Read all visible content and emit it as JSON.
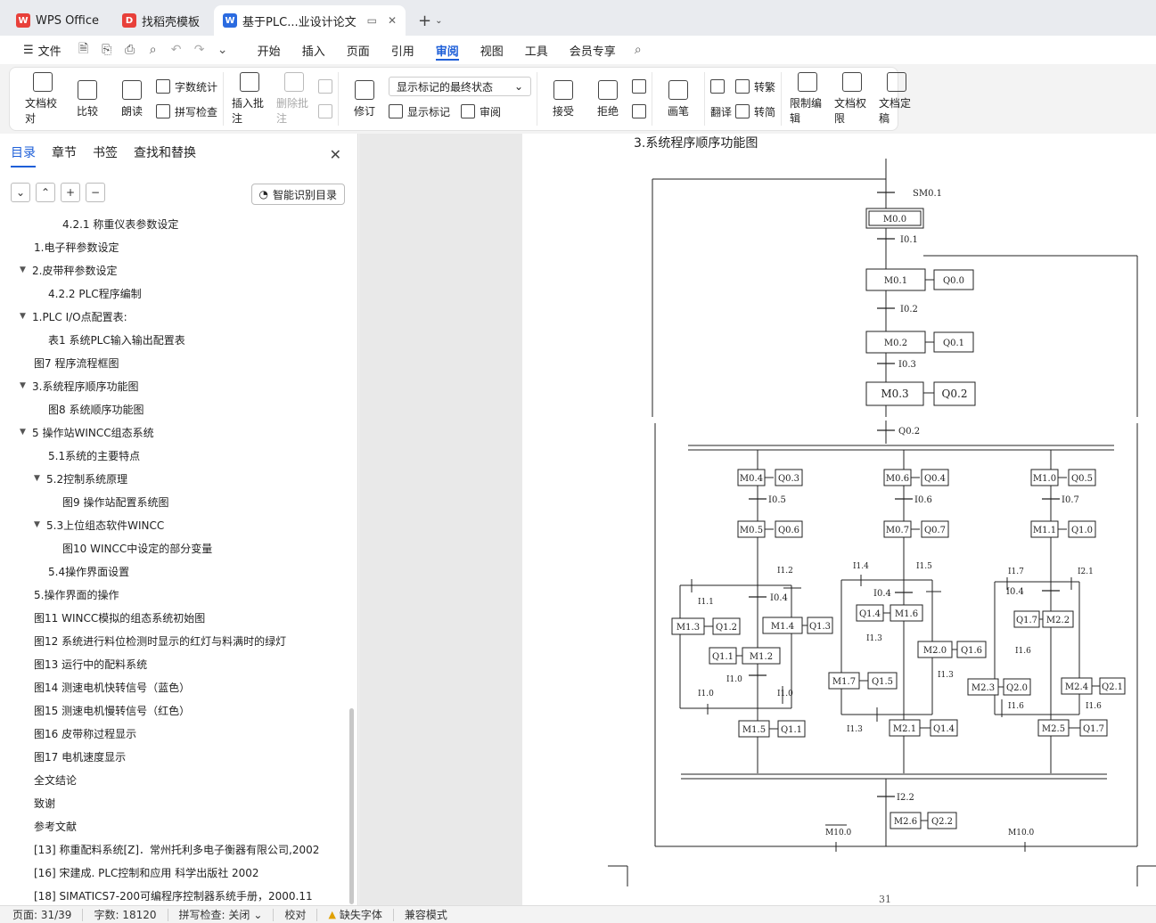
{
  "tabs": [
    {
      "label": "WPS Office",
      "logo": "W",
      "logo_color": "#e8403a",
      "active": false
    },
    {
      "label": "找稻壳模板",
      "logo": "D",
      "logo_color": "#e8403a",
      "active": false
    },
    {
      "label": "基于PLC...业设计论文",
      "logo": "W",
      "logo_color": "#2b6be0",
      "active": true
    }
  ],
  "menu": {
    "file": "文件",
    "items": [
      "开始",
      "插入",
      "页面",
      "引用",
      "审阅",
      "视图",
      "工具",
      "会员专享"
    ],
    "active": "审阅"
  },
  "ribbon": {
    "doc_check": "文档校对",
    "compare": "比较",
    "read_aloud": "朗读",
    "word_count": "字数统计",
    "spell_check": "拼写检查",
    "insert_comment": "插入批注",
    "delete_comment": "删除批注",
    "revise": "修订",
    "markup_state": "显示标记的最终状态",
    "show_markup": "显示标记",
    "review": "审阅",
    "accept": "接受",
    "reject": "拒绝",
    "pen": "画笔",
    "translate": "翻译",
    "to_traditional": "转繁",
    "to_simplified": "转简",
    "restrict_edit": "限制编辑",
    "doc_permission": "文档权限",
    "finalize": "文档定稿"
  },
  "nav": {
    "tabs": [
      "目录",
      "章节",
      "书签",
      "查找和替换"
    ],
    "active_tab": "目录",
    "smart_toc": "智能识别目录",
    "items": [
      {
        "text": "4.2.1  称重仪表参数设定",
        "indent": 70,
        "arrow": ""
      },
      {
        "text": "1.电子秤参数设定",
        "indent": 38,
        "arrow": ""
      },
      {
        "text": "2.皮带秤参数设定",
        "indent": 38,
        "arrow": "▼"
      },
      {
        "text": "4.2.2 PLC程序编制",
        "indent": 54,
        "arrow": ""
      },
      {
        "text": "1.PLC I/O点配置表:",
        "indent": 38,
        "arrow": "▼"
      },
      {
        "text": "表1  系统PLC输入输出配置表",
        "indent": 54,
        "arrow": ""
      },
      {
        "text": "图7  程序流程框图",
        "indent": 38,
        "arrow": ""
      },
      {
        "text": " 3.系统程序顺序功能图",
        "indent": 38,
        "arrow": "▼"
      },
      {
        "text": "图8  系统顺序功能图",
        "indent": 54,
        "arrow": ""
      },
      {
        "text": "5  操作站WINCC组态系统",
        "indent": 38,
        "arrow": "▼"
      },
      {
        "text": "5.1系统的主要特点",
        "indent": 54,
        "arrow": ""
      },
      {
        "text": "5.2控制系统原理",
        "indent": 54,
        "arrow": "▼"
      },
      {
        "text": "图9  操作站配置系统图",
        "indent": 70,
        "arrow": ""
      },
      {
        "text": "5.3上位组态软件WINCC",
        "indent": 54,
        "arrow": "▼"
      },
      {
        "text": "图10  WINCC中设定的部分变量",
        "indent": 70,
        "arrow": ""
      },
      {
        "text": "5.4操作界面设置",
        "indent": 54,
        "arrow": ""
      },
      {
        "text": "5.操作界面的操作",
        "indent": 38,
        "arrow": ""
      },
      {
        "text": "图11  WINCC模拟的组态系统初始图",
        "indent": 38,
        "arrow": ""
      },
      {
        "text": "图12  系统进行料位检测时显示的红灯与料满时的绿灯",
        "indent": 38,
        "arrow": ""
      },
      {
        "text": "图13  运行中的配料系统",
        "indent": 38,
        "arrow": ""
      },
      {
        "text": "图14  测速电机快转信号（蓝色）",
        "indent": 38,
        "arrow": ""
      },
      {
        "text": "图15  测速电机慢转信号（红色）",
        "indent": 38,
        "arrow": ""
      },
      {
        "text": "图16  皮带称过程显示",
        "indent": 38,
        "arrow": ""
      },
      {
        "text": "图17  电机速度显示",
        "indent": 38,
        "arrow": ""
      },
      {
        "text": "全文结论",
        "indent": 38,
        "arrow": ""
      },
      {
        "text": "致谢",
        "indent": 38,
        "arrow": ""
      },
      {
        "text": "参考文献",
        "indent": 38,
        "arrow": ""
      },
      {
        "text": "[13]  称重配料系统[Z]．常州托利多电子衡器有限公司,2002",
        "indent": 38,
        "arrow": ""
      },
      {
        "text": "[16]  宋建成. PLC控制和应用  科学出版社  2002",
        "indent": 38,
        "arrow": ""
      },
      {
        "text": "[18] SIMATICS7-200可编程序控制器系统手册，2000.11",
        "indent": 38,
        "arrow": ""
      }
    ]
  },
  "document": {
    "heading": "3.系统程序顺序功能图",
    "page_number": "31",
    "diagram": {
      "top": {
        "sm": "SM0.1",
        "steps": [
          "M0.0",
          "M0.1",
          "M0.2",
          "M0.3"
        ],
        "transitions": [
          "I0.1",
          "I0.2",
          "I0.3"
        ],
        "actions": [
          "Q0.0",
          "Q0.1",
          "Q0.2"
        ]
      },
      "bottom": {
        "q02": "Q0.2",
        "b1": {
          "s1": "M0.4",
          "a1": "Q0.3",
          "t1": "I0.5",
          "s2": "M0.5",
          "a2": "Q0.6",
          "t2": "I1.2",
          "t3": "I1.1",
          "t4": "I0.4",
          "s3": "M1.3",
          "a3": "Q1.2",
          "s4": "M1.4",
          "a4": "Q1.3",
          "a5": "Q1.1",
          "s5": "M1.2",
          "t5": "I1.0",
          "t6": "I1.0",
          "s6": "M1.5",
          "a6": "Q1.1"
        },
        "b2": {
          "s1": "M0.6",
          "a1": "Q0.4",
          "t1": "I0.6",
          "s2": "M0.7",
          "a2": "Q0.7",
          "t2": "I1.4",
          "t3": "I1.5",
          "t4": "I0.4",
          "a3": "Q1.4",
          "s3": "M1.6",
          "t5": "I1.3",
          "s4": "M2.0",
          "a4": "Q1.6",
          "t6": "I1.3",
          "s5": "M1.7",
          "a5": "Q1.5",
          "t7": "I1.3",
          "s6": "M2.1",
          "a6": "Q1.4"
        },
        "b3": {
          "s1": "M1.0",
          "a1": "Q0.5",
          "t1": "I0.7",
          "s2": "M1.1",
          "a2": "Q1.0",
          "t2": "I1.7",
          "t3": "I2.1",
          "t4": "I0.4",
          "a3": "Q1.7",
          "s3": "M2.2",
          "t5": "I1.6",
          "s4": "M2.3",
          "a4": "Q2.0",
          "s5": "M2.4",
          "a5": "Q2.1",
          "t6": "I1.6",
          "t7": "I1.6",
          "s6": "M2.5",
          "a6": "Q1.7"
        },
        "join": {
          "t": "I2.2",
          "s": "M2.6",
          "a": "Q2.2",
          "m1": "M10.0",
          "m2": "M10.0"
        }
      }
    }
  },
  "status": {
    "page": "页面: 31/39",
    "words": "字数: 18120",
    "spell": "拼写检查: 关闭",
    "proof": "校对",
    "missing_font": "缺失字体",
    "compat": "兼容模式"
  }
}
